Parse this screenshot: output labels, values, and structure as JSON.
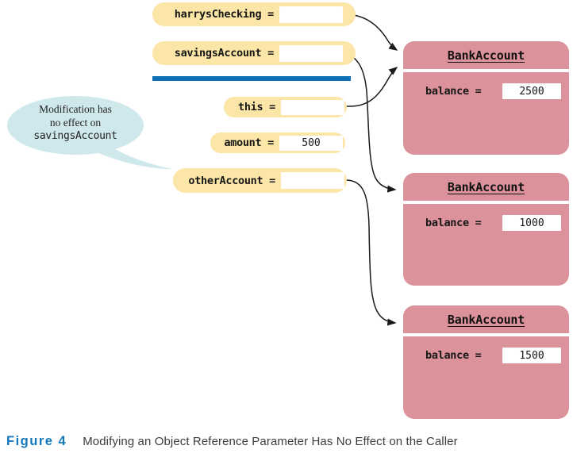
{
  "figure_caption": {
    "label": "Figure 4",
    "text": "Modifying an Object Reference Parameter Has No Effect on the Caller"
  },
  "variables": [
    {
      "label": "harrysChecking =",
      "value": ""
    },
    {
      "label": "savingsAccount =",
      "value": ""
    },
    {
      "label": "this =",
      "value": ""
    },
    {
      "label": "amount =",
      "value": "500"
    },
    {
      "label": "otherAccount =",
      "value": ""
    }
  ],
  "objects": [
    {
      "class_name": "BankAccount",
      "field_label": "balance =",
      "value": "2500"
    },
    {
      "class_name": "BankAccount",
      "field_label": "balance =",
      "value": "1000"
    },
    {
      "class_name": "BankAccount",
      "field_label": "balance =",
      "value": "1500"
    }
  ],
  "callout": {
    "lines": [
      "Modification has",
      "no effect on",
      "savingsAccount"
    ]
  },
  "colors": {
    "pill": "#fbe6a7",
    "object": "#dc929a",
    "separator": "#1070b8",
    "callout": "#cfe8ec",
    "figure_label": "#1377bd",
    "arrow": "#1a1a1a"
  }
}
